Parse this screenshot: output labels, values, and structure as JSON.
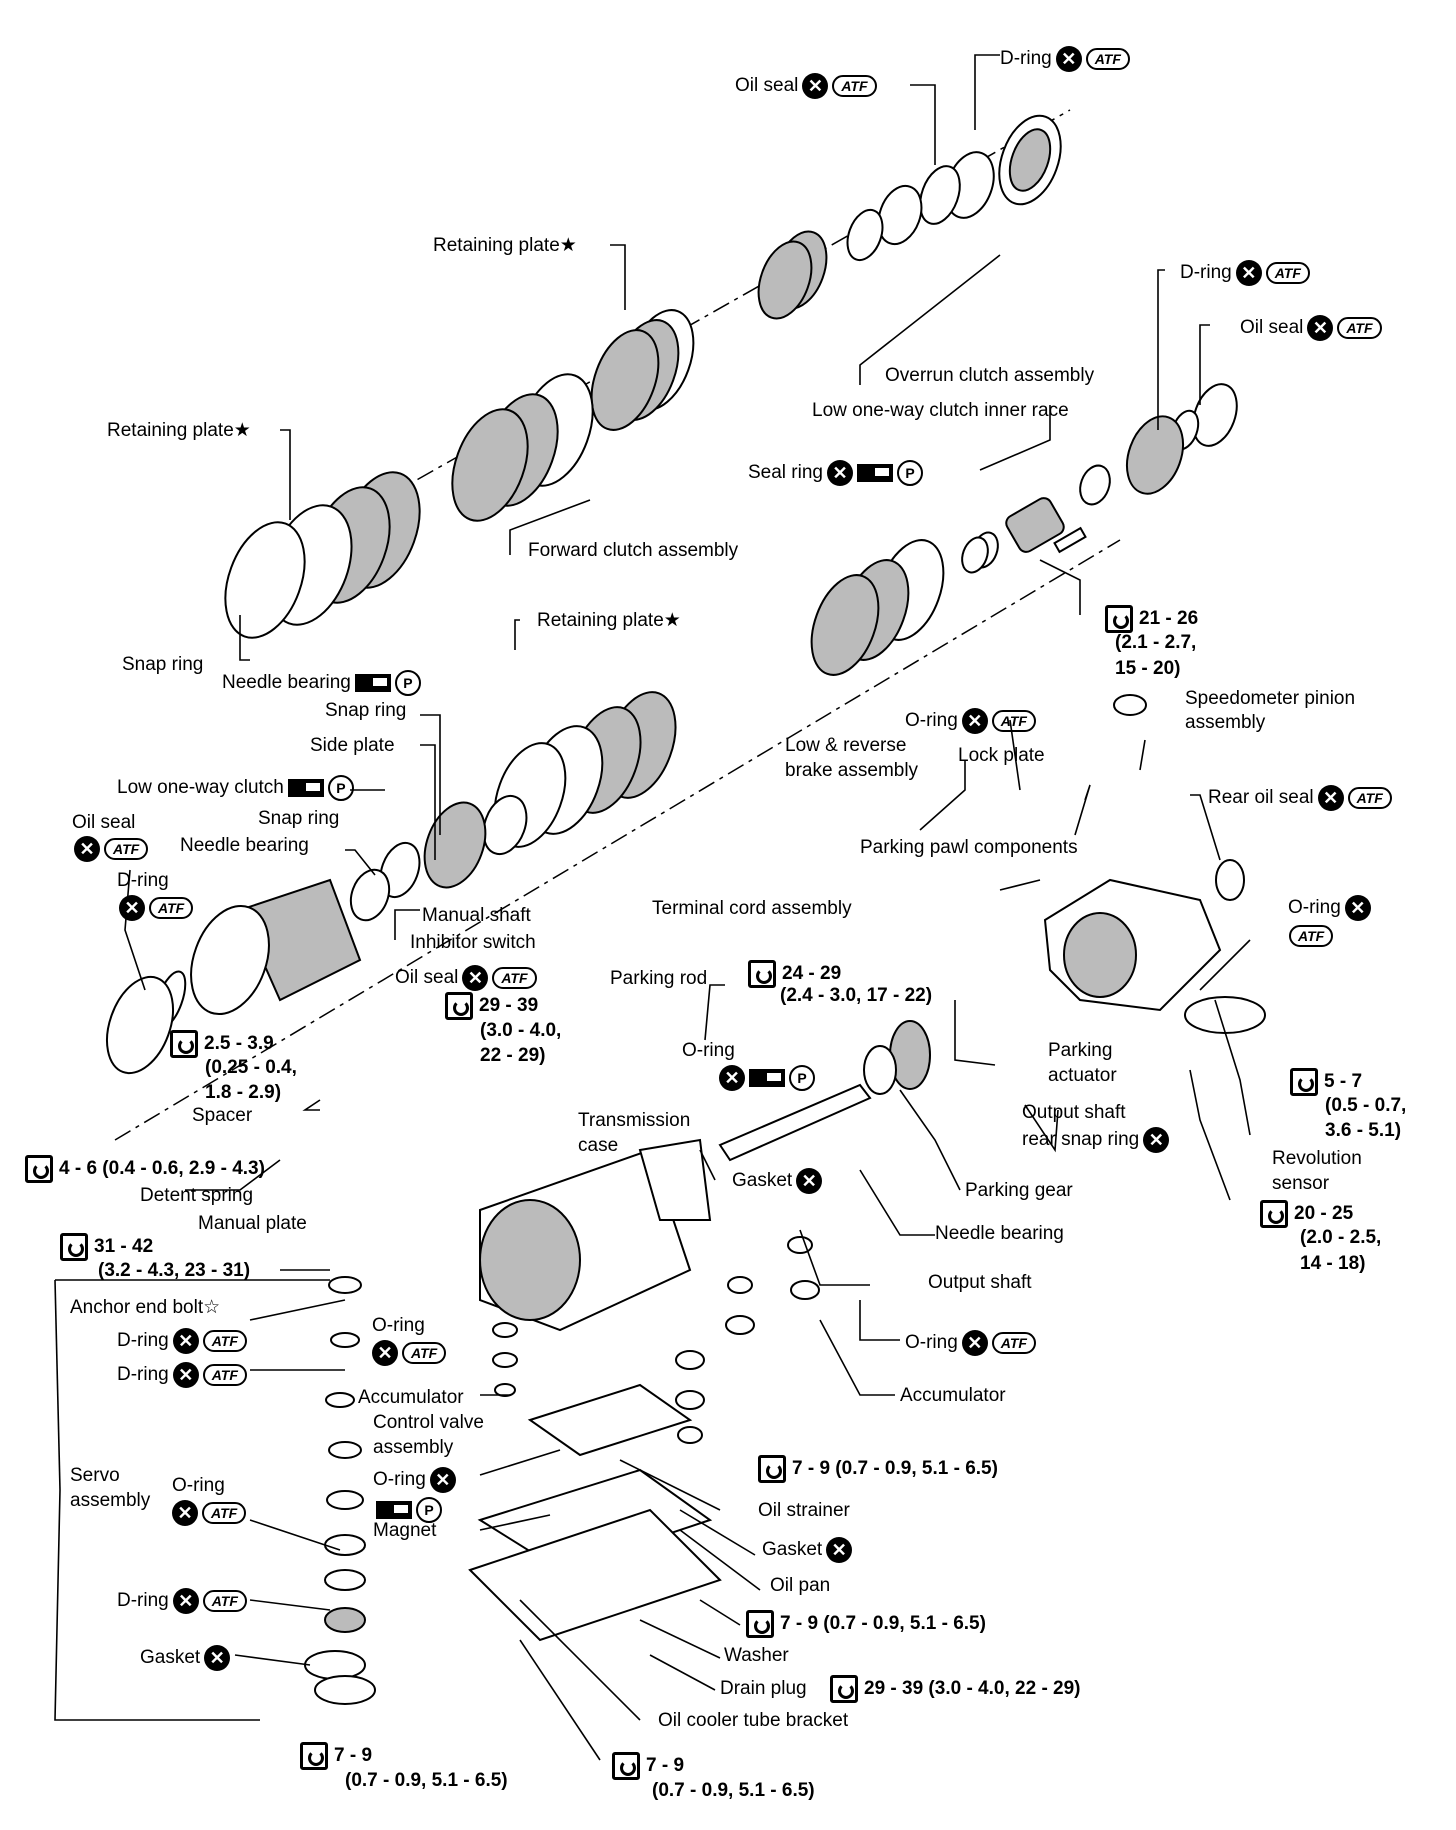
{
  "labels": {
    "d_ring_top": "D-ring",
    "oil_seal_top": "Oil seal",
    "retaining_plate_1": "Retaining plate",
    "d_ring_right": "D-ring",
    "oil_seal_right": "Oil seal",
    "overrun_clutch": "Overrun clutch assembly",
    "retaining_plate_2": "Retaining plate",
    "low_oneway_inner": "Low one-way clutch inner race",
    "seal_ring": "Seal ring",
    "forward_clutch": "Forward clutch assembly",
    "snap_ring_1": "Snap ring",
    "needle_bearing_1": "Needle bearing",
    "retaining_plate_3": "Retaining plate",
    "torque_21_26": "21 - 26",
    "torque_21_26_b": "(2.1 - 2.7,",
    "torque_21_26_c": "15 - 20)",
    "snap_ring_2": "Snap ring",
    "side_plate": "Side plate",
    "o_ring_1": "O-ring",
    "speedometer_pinion": "Speedometer pinion",
    "speedometer_pinion_b": "assembly",
    "low_reverse": "Low & reverse",
    "low_reverse_b": "brake assembly",
    "lock_plate": "Lock plate",
    "low_oneway_clutch": "Low one-way clutch",
    "oil_seal_left": "Oil seal",
    "snap_ring_3": "Snap ring",
    "needle_bearing_2": "Needle bearing",
    "rear_oil_seal": "Rear oil seal",
    "d_ring_left": "D-ring",
    "parking_pawl": "Parking pawl components",
    "manual_shaft": "Manual shaft",
    "terminal_cord": "Terminal cord assembly",
    "inhibitor_switch": "Inhibitor switch",
    "o_ring_2": "O-ring",
    "oil_seal_mid": "Oil seal",
    "parking_rod": "Parking rod",
    "torque_24_29": "24 - 29",
    "torque_24_29_b": "(2.4 - 3.0, 17 - 22)",
    "torque_29_39": "29 - 39",
    "torque_29_39_b": "(3.0 - 4.0,",
    "torque_29_39_c": "22 - 29)",
    "torque_2_5": "2.5 - 3.9",
    "torque_2_5_b": "(0.25 - 0.4,",
    "torque_2_5_c": "1.8 - 2.9)",
    "o_ring_3": "O-ring",
    "parking_actuator": "Parking",
    "parking_actuator_b": "actuator",
    "torque_5_7": "5 - 7",
    "torque_5_7_b": "(0.5 - 0.7,",
    "torque_5_7_c": "3.6 - 5.1)",
    "spacer": "Spacer",
    "transmission_case": "Transmission",
    "transmission_case_b": "case",
    "output_snap": "Output shaft",
    "output_snap_b": "rear snap ring",
    "revolution_sensor": "Revolution",
    "revolution_sensor_b": "sensor",
    "torque_4_6": "4 - 6 (0.4 - 0.6, 2.9 - 4.3)",
    "detent_spring": "Detent spring",
    "gasket_1": "Gasket",
    "parking_gear": "Parking gear",
    "torque_20_25": "20 - 25",
    "torque_20_25_b": "(2.0 - 2.5,",
    "torque_20_25_c": "14 - 18)",
    "manual_plate": "Manual plate",
    "needle_bearing_3": "Needle bearing",
    "torque_31_42": "31 - 42",
    "torque_31_42_b": "(3.2 - 4.3, 23 - 31)",
    "output_shaft": "Output shaft",
    "anchor_end_bolt": "Anchor end bolt",
    "o_ring_4": "O-ring",
    "o_ring_5": "O-ring",
    "d_ring_servo_1": "D-ring",
    "d_ring_servo_2": "D-ring",
    "accumulator_1": "Accumulator",
    "accumulator_2": "Accumulator",
    "control_valve": "Control valve",
    "control_valve_b": "assembly",
    "torque_7_9_a": "7 - 9 (0.7 - 0.9, 5.1 - 6.5)",
    "servo_assembly": "Servo",
    "servo_assembly_b": "assembly",
    "o_ring_6": "O-ring",
    "o_ring_7": "O-ring",
    "oil_strainer": "Oil strainer",
    "magnet": "Magnet",
    "gasket_2": "Gasket",
    "oil_pan": "Oil pan",
    "d_ring_servo_3": "D-ring",
    "torque_7_9_b": "7 - 9 (0.7 - 0.9, 5.1 - 6.5)",
    "washer": "Washer",
    "gasket_3": "Gasket",
    "drain_plug": "Drain plug",
    "torque_29_39_drain": "29 - 39 (3.0 - 4.0, 22 - 29)",
    "oil_cooler_bracket": "Oil cooler tube bracket",
    "torque_7_9_c": "7 - 9",
    "torque_7_9_c_b": "(0.7 - 0.9, 5.1 - 6.5)",
    "torque_7_9_d": "7 - 9",
    "torque_7_9_d_b": "(0.7 - 0.9, 5.1 - 6.5)"
  },
  "symbols": {
    "atf": "ATF",
    "x": "✕",
    "petroleum_jelly": "P",
    "star": "★",
    "star_outline": "☆"
  }
}
